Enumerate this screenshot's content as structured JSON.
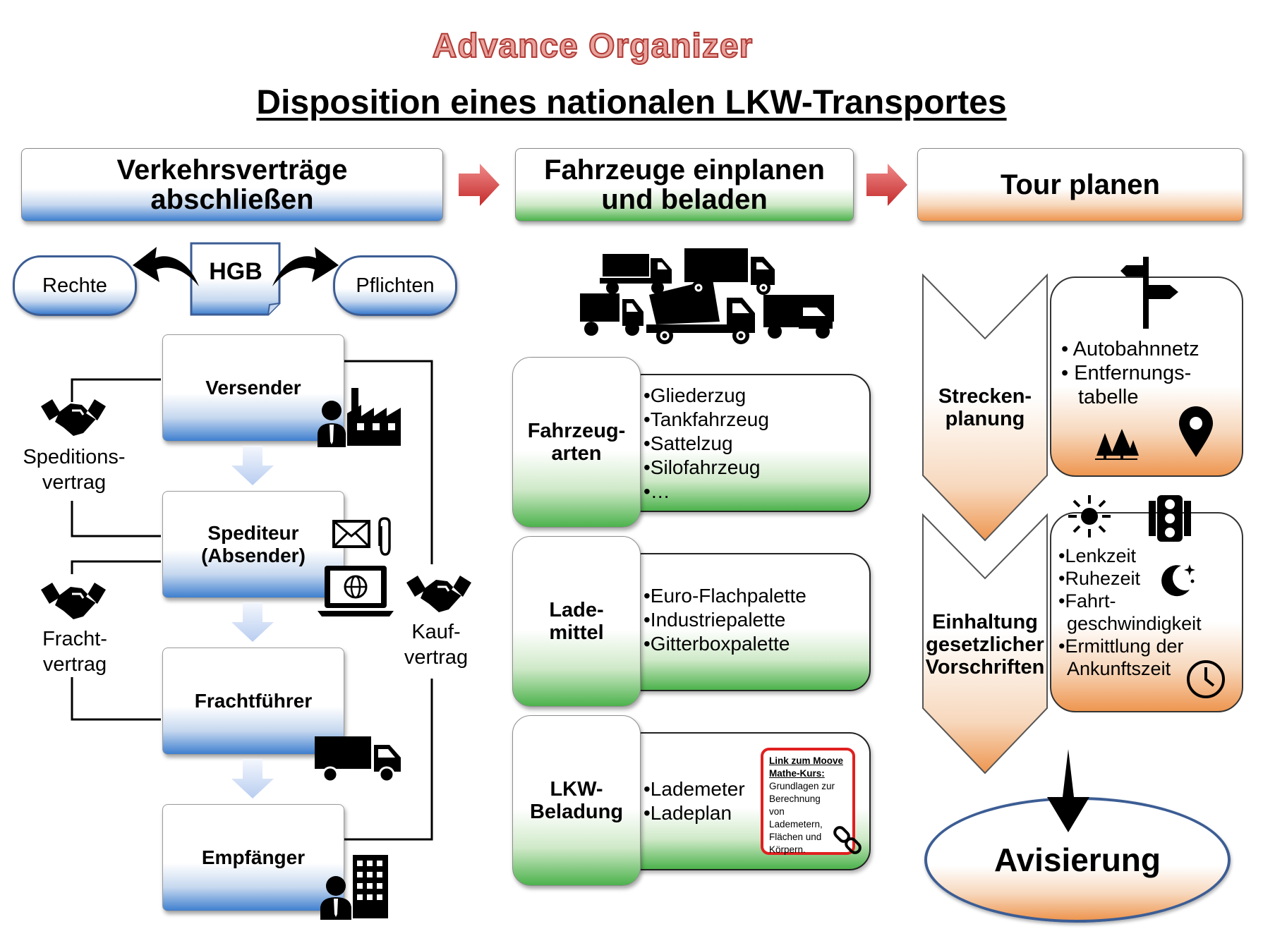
{
  "header": {
    "overline": "Advance Organizer",
    "title": "Disposition eines nationalen LKW-Transportes"
  },
  "steps": [
    {
      "label": "Verkehrsverträge abschließen",
      "color": "#3f7fcf"
    },
    {
      "label": "Fahrzeuge einplanen und beladen",
      "color": "#4cb24c"
    },
    {
      "label": "Tour planen",
      "color": "#ee9650"
    }
  ],
  "contracts": {
    "hgb": "HGB",
    "rechte": "Rechte",
    "pflichten": "Pflichten",
    "parties": [
      "Versender",
      "Spediteur (Absender)",
      "Frachtführer",
      "Empfänger"
    ],
    "contract_labels": {
      "speditionsvertrag": "Speditions-vertrag",
      "frachtvertrag": "Fracht-vertrag",
      "kaufvertrag": "Kauf-vertrag"
    }
  },
  "vehicles": {
    "categories": [
      {
        "title": "Fahrzeug-arten",
        "items": [
          "•Gliederzug",
          "•Tankfahrzeug",
          "•Sattelzug",
          "•Silofahrzeug",
          "•…"
        ]
      },
      {
        "title": "Lade-mittel",
        "items": [
          "•Euro-Flachpalette",
          "•Industriepalette",
          "•Gitterboxpalette"
        ]
      },
      {
        "title": "LKW-Beladung",
        "items": [
          "•Lademeter",
          "•Ladeplan"
        ]
      }
    ],
    "link": {
      "heading": "Link zum Moove Mathe-Kurs:",
      "text": "Grundlagen zur Berechnung von Lademetern, Flächen und Körpern."
    }
  },
  "tour": {
    "streckenplanung": {
      "title": "Strecken-planung",
      "items": [
        "• Autobahnnetz",
        "• Entfernungs-",
        "tabelle"
      ]
    },
    "vorschriften": {
      "title": "Einhaltung gesetzlicher Vorschriften",
      "items": [
        "•Lenkzeit",
        "•Ruhezeit",
        "•Fahrt-",
        "geschwindigkeit",
        "•Ermittlung der",
        "Ankunftszeit"
      ]
    },
    "avisierung": "Avisierung"
  },
  "icons": [
    "handshake-icon",
    "factory-icon",
    "mail-icon",
    "paperclip-icon",
    "laptop-icon",
    "truck-icon",
    "building-icon",
    "signpost-icon",
    "map-pin-icon",
    "trees-icon",
    "sun-icon",
    "traffic-light-icon",
    "moon-icon",
    "clock-icon",
    "link-icon"
  ]
}
